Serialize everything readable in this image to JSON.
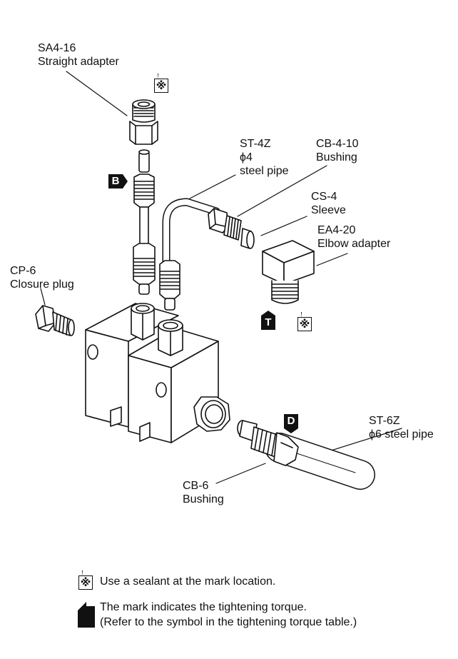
{
  "parts": {
    "sa4_16": {
      "code": "SA4-16",
      "name": "Straight adapter"
    },
    "st_4z": {
      "code": "ST-4Z",
      "size": "ϕ4",
      "name": "steel pipe"
    },
    "cb_4_10": {
      "code": "CB-4-10",
      "name": "Bushing"
    },
    "cs_4": {
      "code": "CS-4",
      "name": "Sleeve"
    },
    "ea4_20": {
      "code": "EA4-20",
      "name": "Elbow adapter"
    },
    "cp_6": {
      "code": "CP-6",
      "name": "Closure plug"
    },
    "st_6z": {
      "code": "ST-6Z",
      "name": "ϕ6 steel pipe"
    },
    "cb_6": {
      "code": "CB-6",
      "name": "Bushing"
    }
  },
  "marks": {
    "torque_b": "B",
    "torque_t": "T",
    "torque_d": "D",
    "sealant": "※"
  },
  "legend": {
    "sealant_text": "Use a sealant at the mark location.",
    "torque_line1": "The mark indicates the tightening torque.",
    "torque_line2": "(Refer to the symbol in the tightening torque table.)"
  }
}
